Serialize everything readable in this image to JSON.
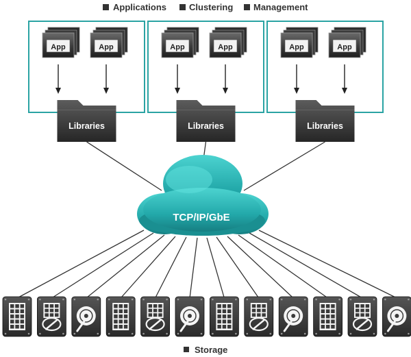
{
  "legend_top": [
    {
      "label": "Applications"
    },
    {
      "label": "Clustering"
    },
    {
      "label": "Management"
    }
  ],
  "legend_bottom": {
    "label": "Storage"
  },
  "nodes": [
    {
      "apps": [
        "App",
        "App"
      ],
      "library": "Libraries"
    },
    {
      "apps": [
        "App",
        "App"
      ],
      "library": "Libraries"
    },
    {
      "apps": [
        "App",
        "App"
      ],
      "library": "Libraries"
    }
  ],
  "network": {
    "label": "TCP/IP/GbE"
  },
  "storage_devices": [
    "disk-array",
    "hard-drive-optical",
    "hard-drive",
    "disk-array",
    "hard-drive-optical",
    "hard-drive",
    "disk-array",
    "hard-drive-optical",
    "hard-drive",
    "disk-array",
    "hard-drive-optical",
    "hard-drive"
  ],
  "colors": {
    "teal": "#2aa3a3",
    "cloud": "#22a9a9",
    "device_dark": "#3a3a3a",
    "line": "#333333"
  }
}
